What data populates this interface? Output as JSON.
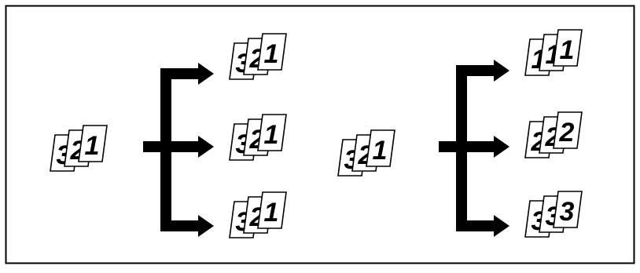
{
  "diagrams": [
    {
      "id": "sort",
      "input_pages": [
        "1",
        "2",
        "3"
      ],
      "output_sets": [
        [
          "1",
          "2",
          "3"
        ],
        [
          "1",
          "2",
          "3"
        ],
        [
          "1",
          "2",
          "3"
        ]
      ]
    },
    {
      "id": "group",
      "input_pages": [
        "1",
        "2",
        "3"
      ],
      "output_sets": [
        [
          "1",
          "1",
          "1"
        ],
        [
          "2",
          "2",
          "2"
        ],
        [
          "3",
          "3",
          "3"
        ]
      ]
    }
  ],
  "colors": {
    "ink": "#000000",
    "paper": "#ffffff",
    "frame": "#000000"
  }
}
